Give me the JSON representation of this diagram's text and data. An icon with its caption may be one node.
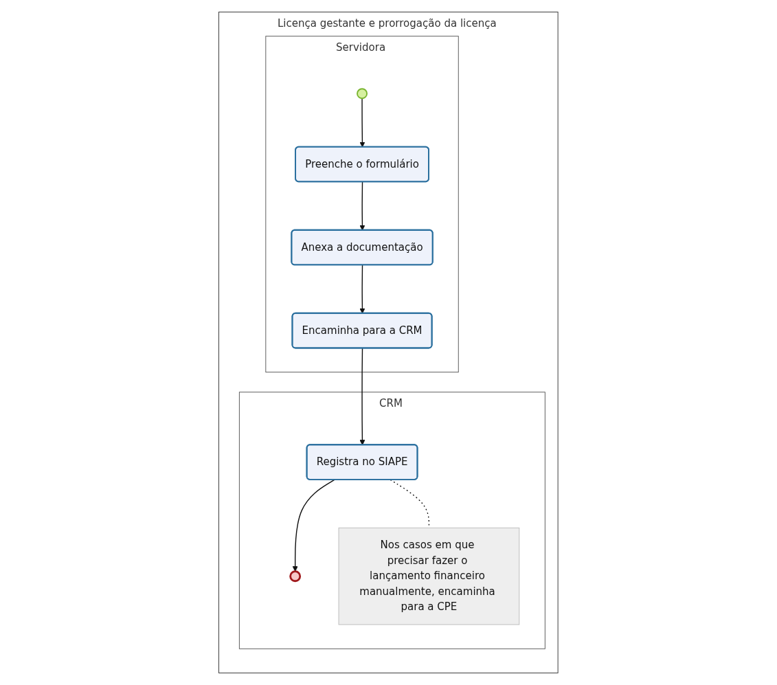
{
  "diagram": {
    "nodes": [
      {
        "text": [
          "Licença gestante e prorrogação da licença"
        ]
      },
      {
        "text": [
          "Servidora"
        ],
        "in": 0
      },
      {
        "text": [
          "CRM"
        ],
        "in": 0
      },
      {
        "text": [
          "Preenche o formulário"
        ],
        "in": 1
      },
      {
        "text": [],
        "shape": "circle",
        "in": 1
      },
      {
        "text": [
          "Anexa a documentação"
        ],
        "in": 1
      },
      {
        "text": [
          "Encaminha para a CRM"
        ],
        "in": 1
      },
      {
        "text": [
          "Registra no SIAPE"
        ],
        "in": 2
      },
      {
        "text": [],
        "shape": "circle",
        "in": 2
      },
      {
        "text": [
          "Nos casos em que precisar fazer o lançamento financeiro manualmente, encaminha para a CPE"
        ],
        "in": 2
      }
    ],
    "edges": [
      {
        "from": 4,
        "to": 3,
        "arrow": "to"
      },
      {
        "from": 3,
        "to": 5,
        "arrow": "to"
      },
      {
        "from": 5,
        "to": 6,
        "arrow": "to"
      },
      {
        "from": 6,
        "to": 7,
        "arrow": "to"
      },
      {
        "from": 7,
        "to": 8,
        "arrow": "to"
      },
      {
        "from": 7,
        "to": 9,
        "arrow": "none",
        "style": "dashed"
      }
    ]
  }
}
